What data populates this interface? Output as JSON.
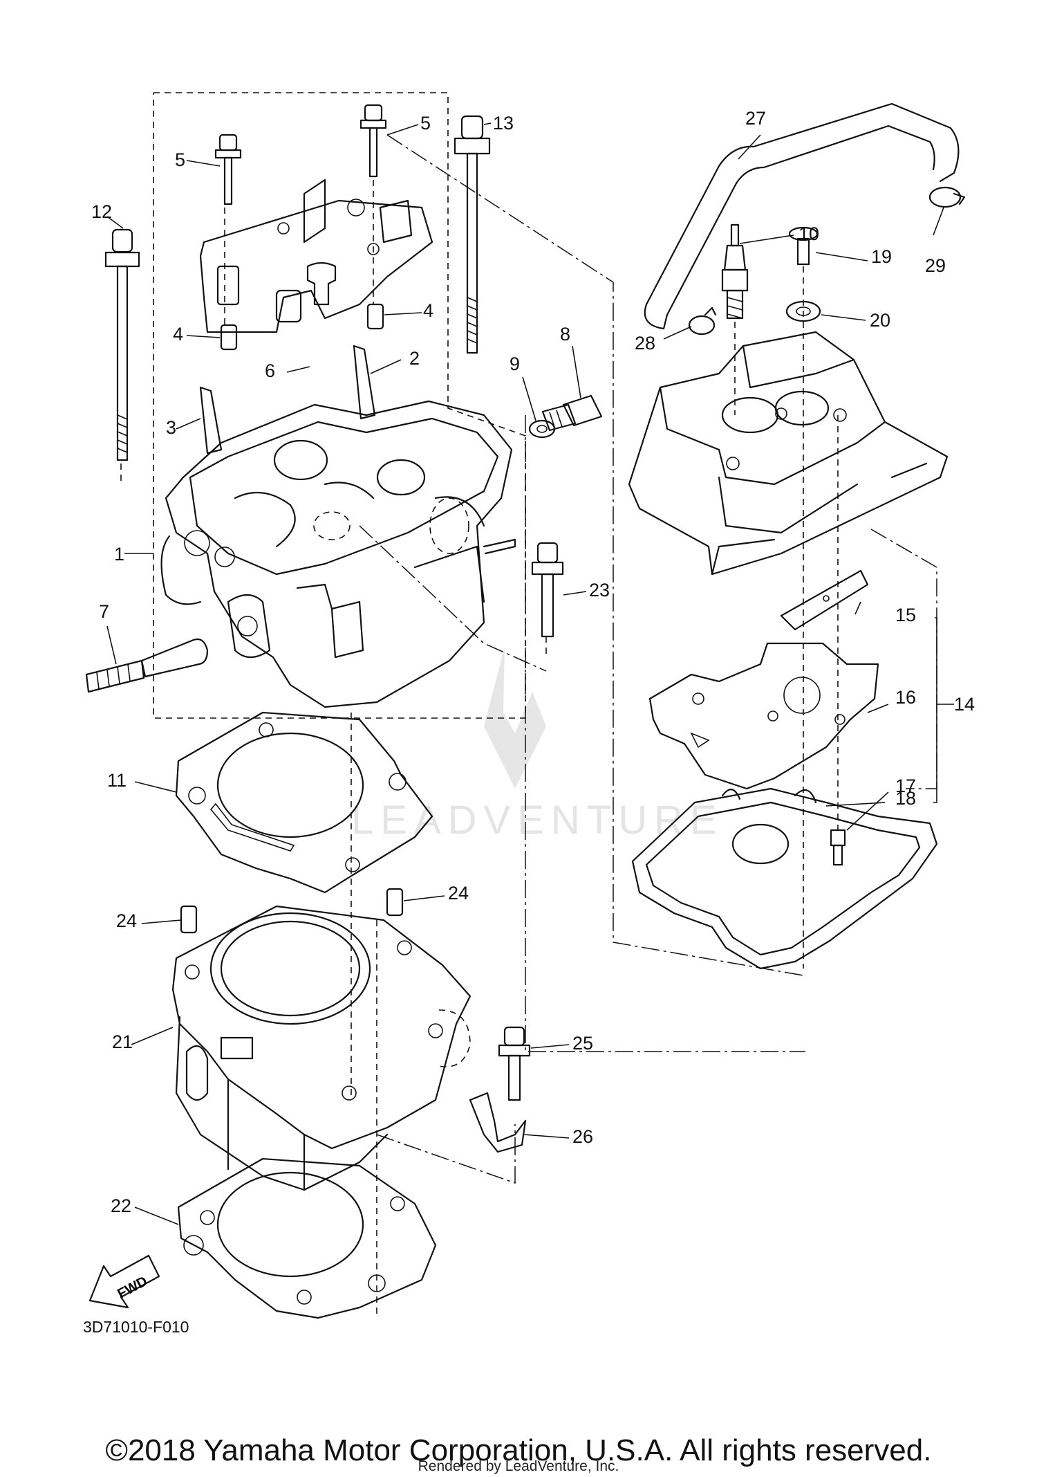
{
  "diagram": {
    "code": "3D71010-F010",
    "fwd_label": "FWD",
    "watermark": "LEADVENTURE",
    "copyright": "©2018 Yamaha Motor Corporation, U.S.A. All rights reserved.",
    "rendered_by": "Rendered by LeadVenture, Inc.",
    "callouts": [
      "1",
      "2",
      "3",
      "4",
      "4",
      "5",
      "5",
      "6",
      "7",
      "8",
      "9",
      "10",
      "11",
      "12",
      "13",
      "14",
      "15",
      "16",
      "17",
      "18",
      "19",
      "20",
      "21",
      "22",
      "23",
      "24",
      "24",
      "25",
      "26",
      "27",
      "28",
      "29"
    ]
  }
}
